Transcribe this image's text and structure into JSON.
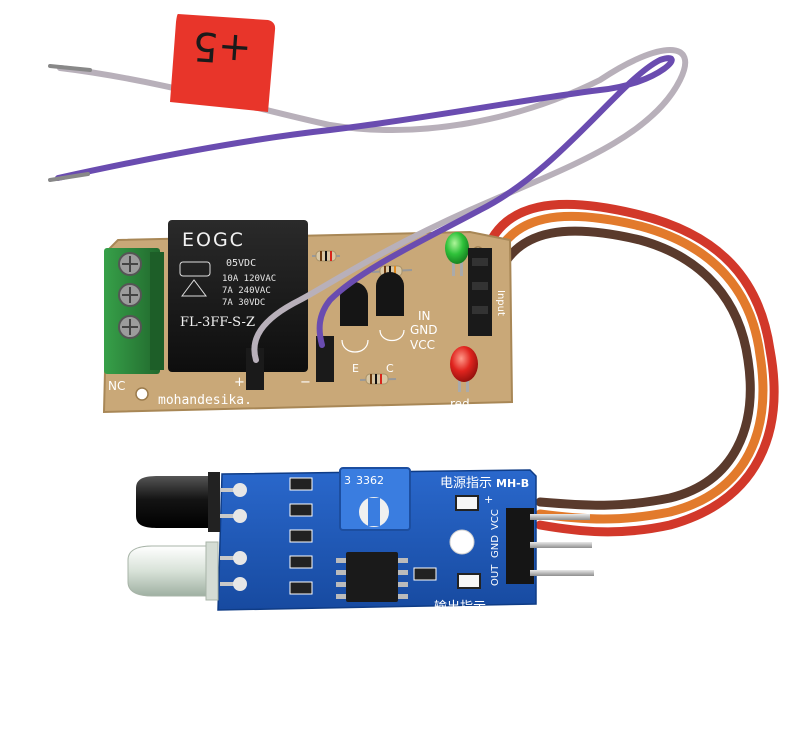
{
  "tag": {
    "text": "+5"
  },
  "relay": {
    "brand": "EOGC",
    "coil_voltage": "05VDC",
    "ratings": [
      "10A 120VAC",
      "7A 240VAC",
      "7A 30VDC"
    ],
    "model": "FL-3FF-S-Z"
  },
  "relay_board": {
    "pins": [
      "IN",
      "GND",
      "VCC"
    ],
    "header_label": "Input",
    "nc_label": "NC",
    "plus_label": "+",
    "minus_label": "−",
    "e_label": "E",
    "c_label": "C",
    "red_label": "red",
    "maker_label": "mohandesika."
  },
  "sensor": {
    "model": "MH-B",
    "power_indicator": "电源指示",
    "output_indicator": "输出指示",
    "pins": [
      "VCC",
      "GND",
      "OUT"
    ],
    "pot_label": "3362",
    "pot_digit": "3",
    "plus_mark": "+"
  },
  "colors": {
    "tag": "#e8352a",
    "pcb_relay": "#c9a878",
    "relay_body": "#1a1a1a",
    "terminal": "#2f8a3c",
    "sensor_pcb": "#1f57b8",
    "pot": "#3a7de0",
    "wire_purple": "#6a4cb0",
    "wire_gray": "#b8b0ba",
    "wire_red": "#d2382a",
    "wire_orange": "#e27a2c",
    "wire_brown": "#5a3a2c",
    "led_green": "#2fc23a",
    "led_red": "#e0241e"
  }
}
